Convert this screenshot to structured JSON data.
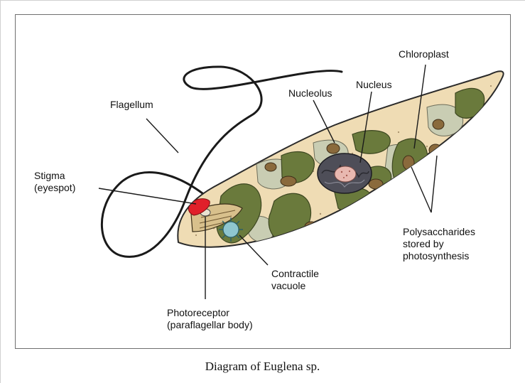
{
  "colors": {
    "cytoplasm": "#efdcb4",
    "outline": "#2a2a2a",
    "chloroplast": "#6a7a3c",
    "vacuole": "#c9cdb3",
    "polysaccharide": "#8a6a3c",
    "nucleus": "#4e4e58",
    "nucleolus": "#e8b8b0",
    "stigma": "#e0202a",
    "contractile_vacuole": "#8fc6cf"
  },
  "labels": {
    "flagellum": "Flagellum",
    "stigma": "Stigma\n(eyespot)",
    "nucleolus": "Nucleolus",
    "nucleus": "Nucleus",
    "chloroplast": "Chloroplast",
    "polysaccharides": "Polysaccharides\nstored by\nphotosynthesis",
    "contractile_vacuole": "Contractile\nvacuole",
    "photoreceptor": "Photoreceptor\n(paraflagellar body)"
  },
  "caption": "Diagram of Euglena sp."
}
